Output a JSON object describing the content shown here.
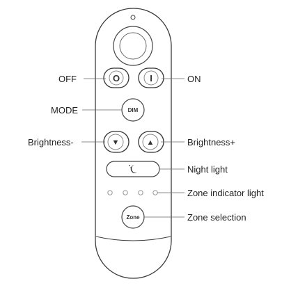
{
  "labels": {
    "off": "OFF",
    "on": "ON",
    "mode": "MODE",
    "brightness_down": "Brightness-",
    "brightness_up": "Brightness+",
    "night_light": "Night light",
    "zone_indicator": "Zone indicator light",
    "zone_selection": "Zone selection"
  },
  "buttons": {
    "off_symbol": "O",
    "on_symbol": "I",
    "dim": "DIM",
    "down_symbol": "▼",
    "up_symbol": "▲",
    "zone": "Zone"
  },
  "colors": {
    "outline": "#3a3a3a",
    "leader": "#666666",
    "text": "#222222"
  }
}
